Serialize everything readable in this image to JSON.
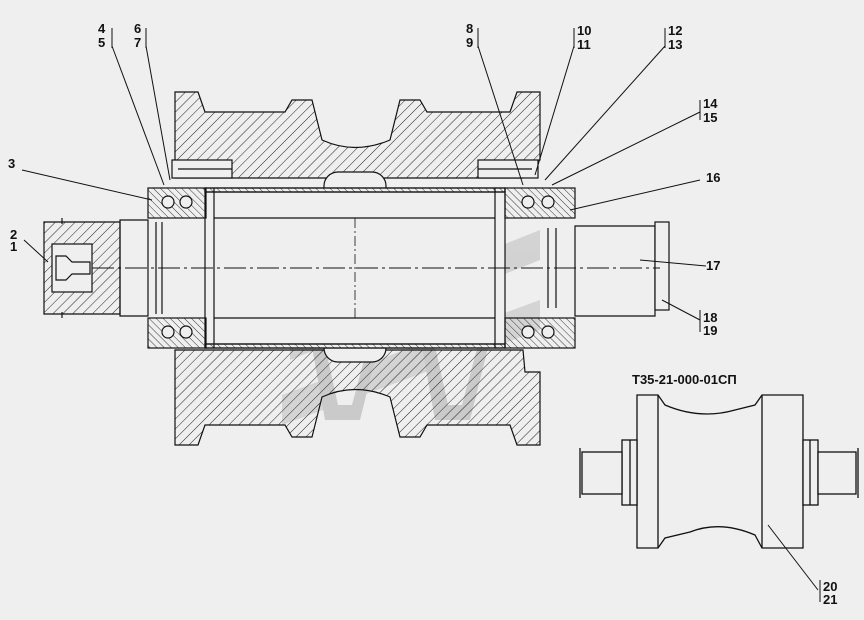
{
  "drawing": {
    "title": "Т35-21-000-01СП",
    "background": "#efefef",
    "line_color": "#111111",
    "watermark_color": "#c9c9c9"
  },
  "callouts": {
    "c1": "1",
    "c2": "2",
    "c3": "3",
    "c4": "4",
    "c5": "5",
    "c6": "6",
    "c7": "7",
    "c8": "8",
    "c9": "9",
    "c10": "10",
    "c11": "11",
    "c12": "12",
    "c13": "13",
    "c14": "14",
    "c15": "15",
    "c16": "16",
    "c17": "17",
    "c18": "18",
    "c19": "19",
    "c20": "20",
    "c21": "21"
  }
}
